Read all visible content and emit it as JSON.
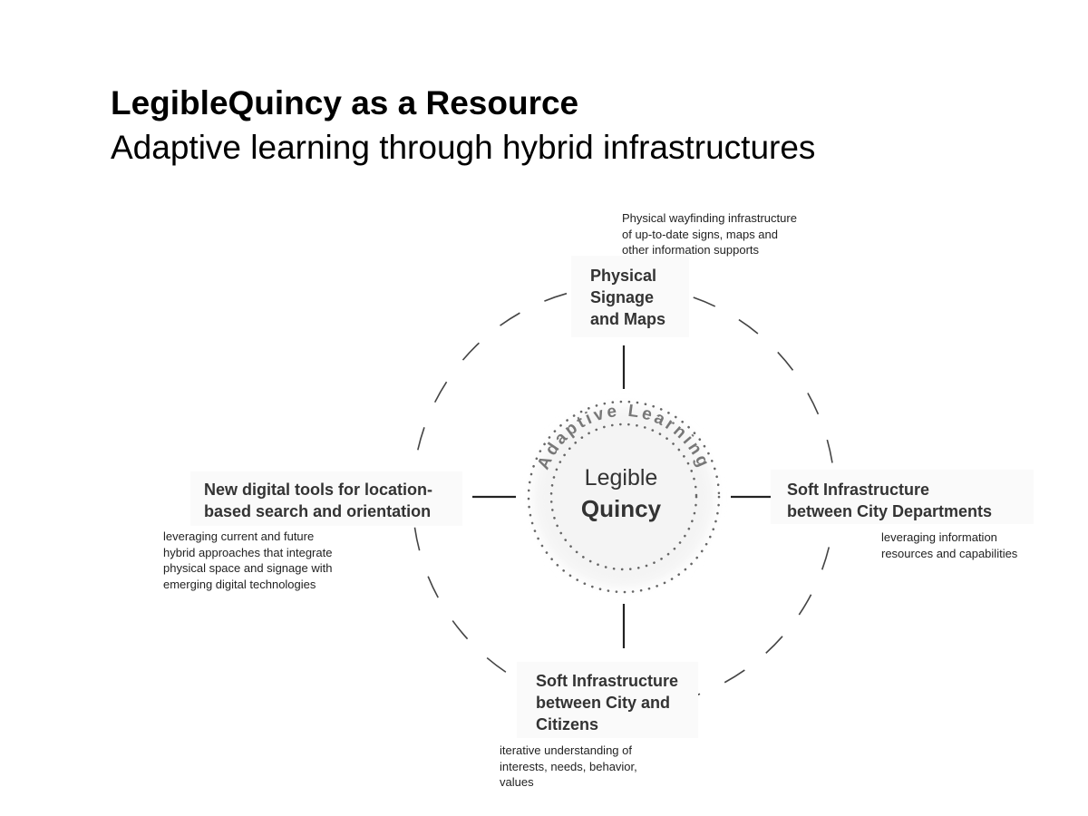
{
  "title": "LegibleQuincy as a Resource",
  "subtitle": "Adaptive learning through hybrid infrastructures",
  "center": {
    "ring_text": "Adaptive Learning",
    "line1": "Legible",
    "line2": "Quincy"
  },
  "nodes": {
    "top": {
      "label": "Physical\nSignage\nand Maps",
      "description": "Physical wayfinding infrastructure\nof up-to-date signs, maps and\nother information supports"
    },
    "right": {
      "label": "Soft Infrastructure\nbetween City Departments",
      "description": "leveraging information\nresources and capabilities"
    },
    "bottom": {
      "label": "Soft Infrastructure\nbetween City and\nCitizens",
      "description": "iterative understanding of\ninterests, needs, behavior,\nvalues"
    },
    "left": {
      "label": "New digital tools for location-\nbased search and orientation",
      "description": "leveraging current and future\nhybrid approaches that integrate\nphysical space and signage with\nemerging digital technologies"
    }
  }
}
